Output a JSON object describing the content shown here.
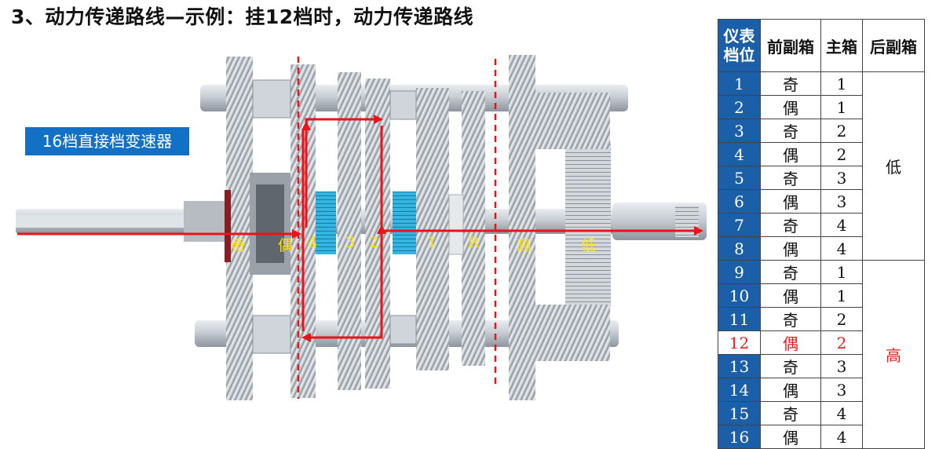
{
  "title": "3、动力传递路线—示例：挂12档时，动力传递路线",
  "diagram": {
    "badge": "16档直接档变速器",
    "segment_labels": [
      "奇",
      "偶",
      "4",
      "3",
      "2",
      "1",
      "R",
      "高",
      "低"
    ]
  },
  "table": {
    "headers": [
      "仪表\n档位",
      "前副箱",
      "主箱",
      "后副箱"
    ],
    "rows": [
      {
        "gear": "1",
        "front": "奇",
        "main": "1"
      },
      {
        "gear": "2",
        "front": "偶",
        "main": "1"
      },
      {
        "gear": "3",
        "front": "奇",
        "main": "2"
      },
      {
        "gear": "4",
        "front": "偶",
        "main": "2"
      },
      {
        "gear": "5",
        "front": "奇",
        "main": "3"
      },
      {
        "gear": "6",
        "front": "偶",
        "main": "3"
      },
      {
        "gear": "7",
        "front": "奇",
        "main": "4"
      },
      {
        "gear": "8",
        "front": "偶",
        "main": "4"
      },
      {
        "gear": "9",
        "front": "奇",
        "main": "1"
      },
      {
        "gear": "10",
        "front": "偶",
        "main": "1"
      },
      {
        "gear": "11",
        "front": "奇",
        "main": "2"
      },
      {
        "gear": "12",
        "front": "偶",
        "main": "2"
      },
      {
        "gear": "13",
        "front": "奇",
        "main": "3"
      },
      {
        "gear": "14",
        "front": "偶",
        "main": "3"
      },
      {
        "gear": "15",
        "front": "奇",
        "main": "4"
      },
      {
        "gear": "16",
        "front": "偶",
        "main": "4"
      }
    ],
    "rear_low": "低",
    "rear_high": "高"
  },
  "colors": {
    "header_blue": "#1a5fa8",
    "badge_blue": "#1271c4",
    "highlight_red": "#e01f1f",
    "path_red": "#e8141a",
    "synchro_cyan": "#2aa9d6",
    "label_yellow": "#ffe600"
  }
}
